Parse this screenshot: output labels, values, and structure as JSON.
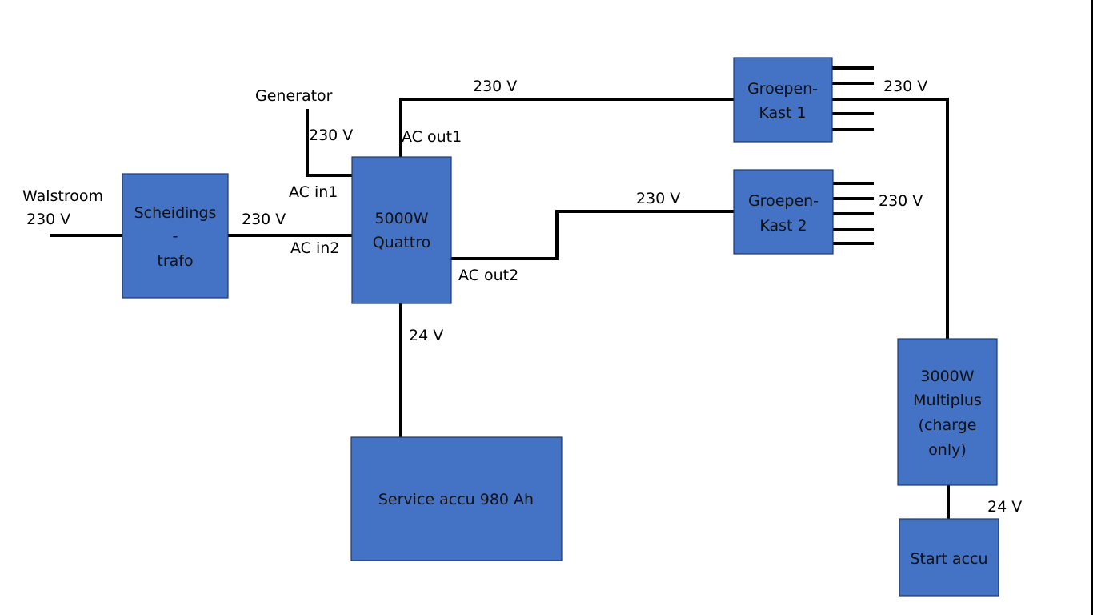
{
  "colors": {
    "box_fill": "#4472C4",
    "box_border": "#1F3864",
    "wire": "#000000",
    "background": "#FFFFFF"
  },
  "nodes": {
    "scheidingstrafo": {
      "lines": [
        "Scheidings",
        "-",
        "trafo"
      ]
    },
    "quattro": {
      "lines": [
        "5000W",
        "Quattro"
      ]
    },
    "service_accu": {
      "lines": [
        "Service accu 980 Ah"
      ]
    },
    "groepenkast1": {
      "lines": [
        "Groepen-",
        "Kast 1"
      ]
    },
    "groepenkast2": {
      "lines": [
        "Groepen-",
        "Kast 2"
      ]
    },
    "multiplus": {
      "lines": [
        "3000W",
        "Multiplus",
        "(charge",
        "only)"
      ]
    },
    "start_accu": {
      "lines": [
        "Start accu"
      ]
    }
  },
  "labels": {
    "walstroom": "Walstroom",
    "walstroom_voltage": "230 V",
    "trafo_out_voltage": "230 V",
    "generator": "Generator",
    "generator_voltage": "230 V",
    "ac_in1": "AC in1",
    "ac_in2": "AC in2",
    "ac_out1": "AC out1",
    "ac_out1_voltage": "230 V",
    "ac_out2": "AC out2",
    "ac_out2_voltage": "230 V",
    "dc_service_voltage": "24 V",
    "kast1_out_voltage": "230 V",
    "kast2_out_voltage": "230 V",
    "dc_start_voltage": "24 V"
  },
  "edges": [
    {
      "from": "walstroom",
      "to": "scheidingstrafo",
      "voltage": "230 V"
    },
    {
      "from": "scheidingstrafo",
      "to": "quattro",
      "port": "AC in2",
      "voltage": "230 V"
    },
    {
      "from": "generator",
      "to": "quattro",
      "port": "AC in1",
      "voltage": "230 V"
    },
    {
      "from": "quattro",
      "to": "groepenkast1",
      "port": "AC out1",
      "voltage": "230 V"
    },
    {
      "from": "quattro",
      "to": "groepenkast2",
      "port": "AC out2",
      "voltage": "230 V"
    },
    {
      "from": "quattro",
      "to": "service_accu",
      "voltage": "24 V"
    },
    {
      "from": "groepenkast1",
      "to": "multiplus",
      "voltage": "230 V"
    },
    {
      "from": "multiplus",
      "to": "start_accu",
      "voltage": "24 V"
    }
  ],
  "groepenkast1_outputs": 5,
  "groepenkast2_outputs": 5
}
